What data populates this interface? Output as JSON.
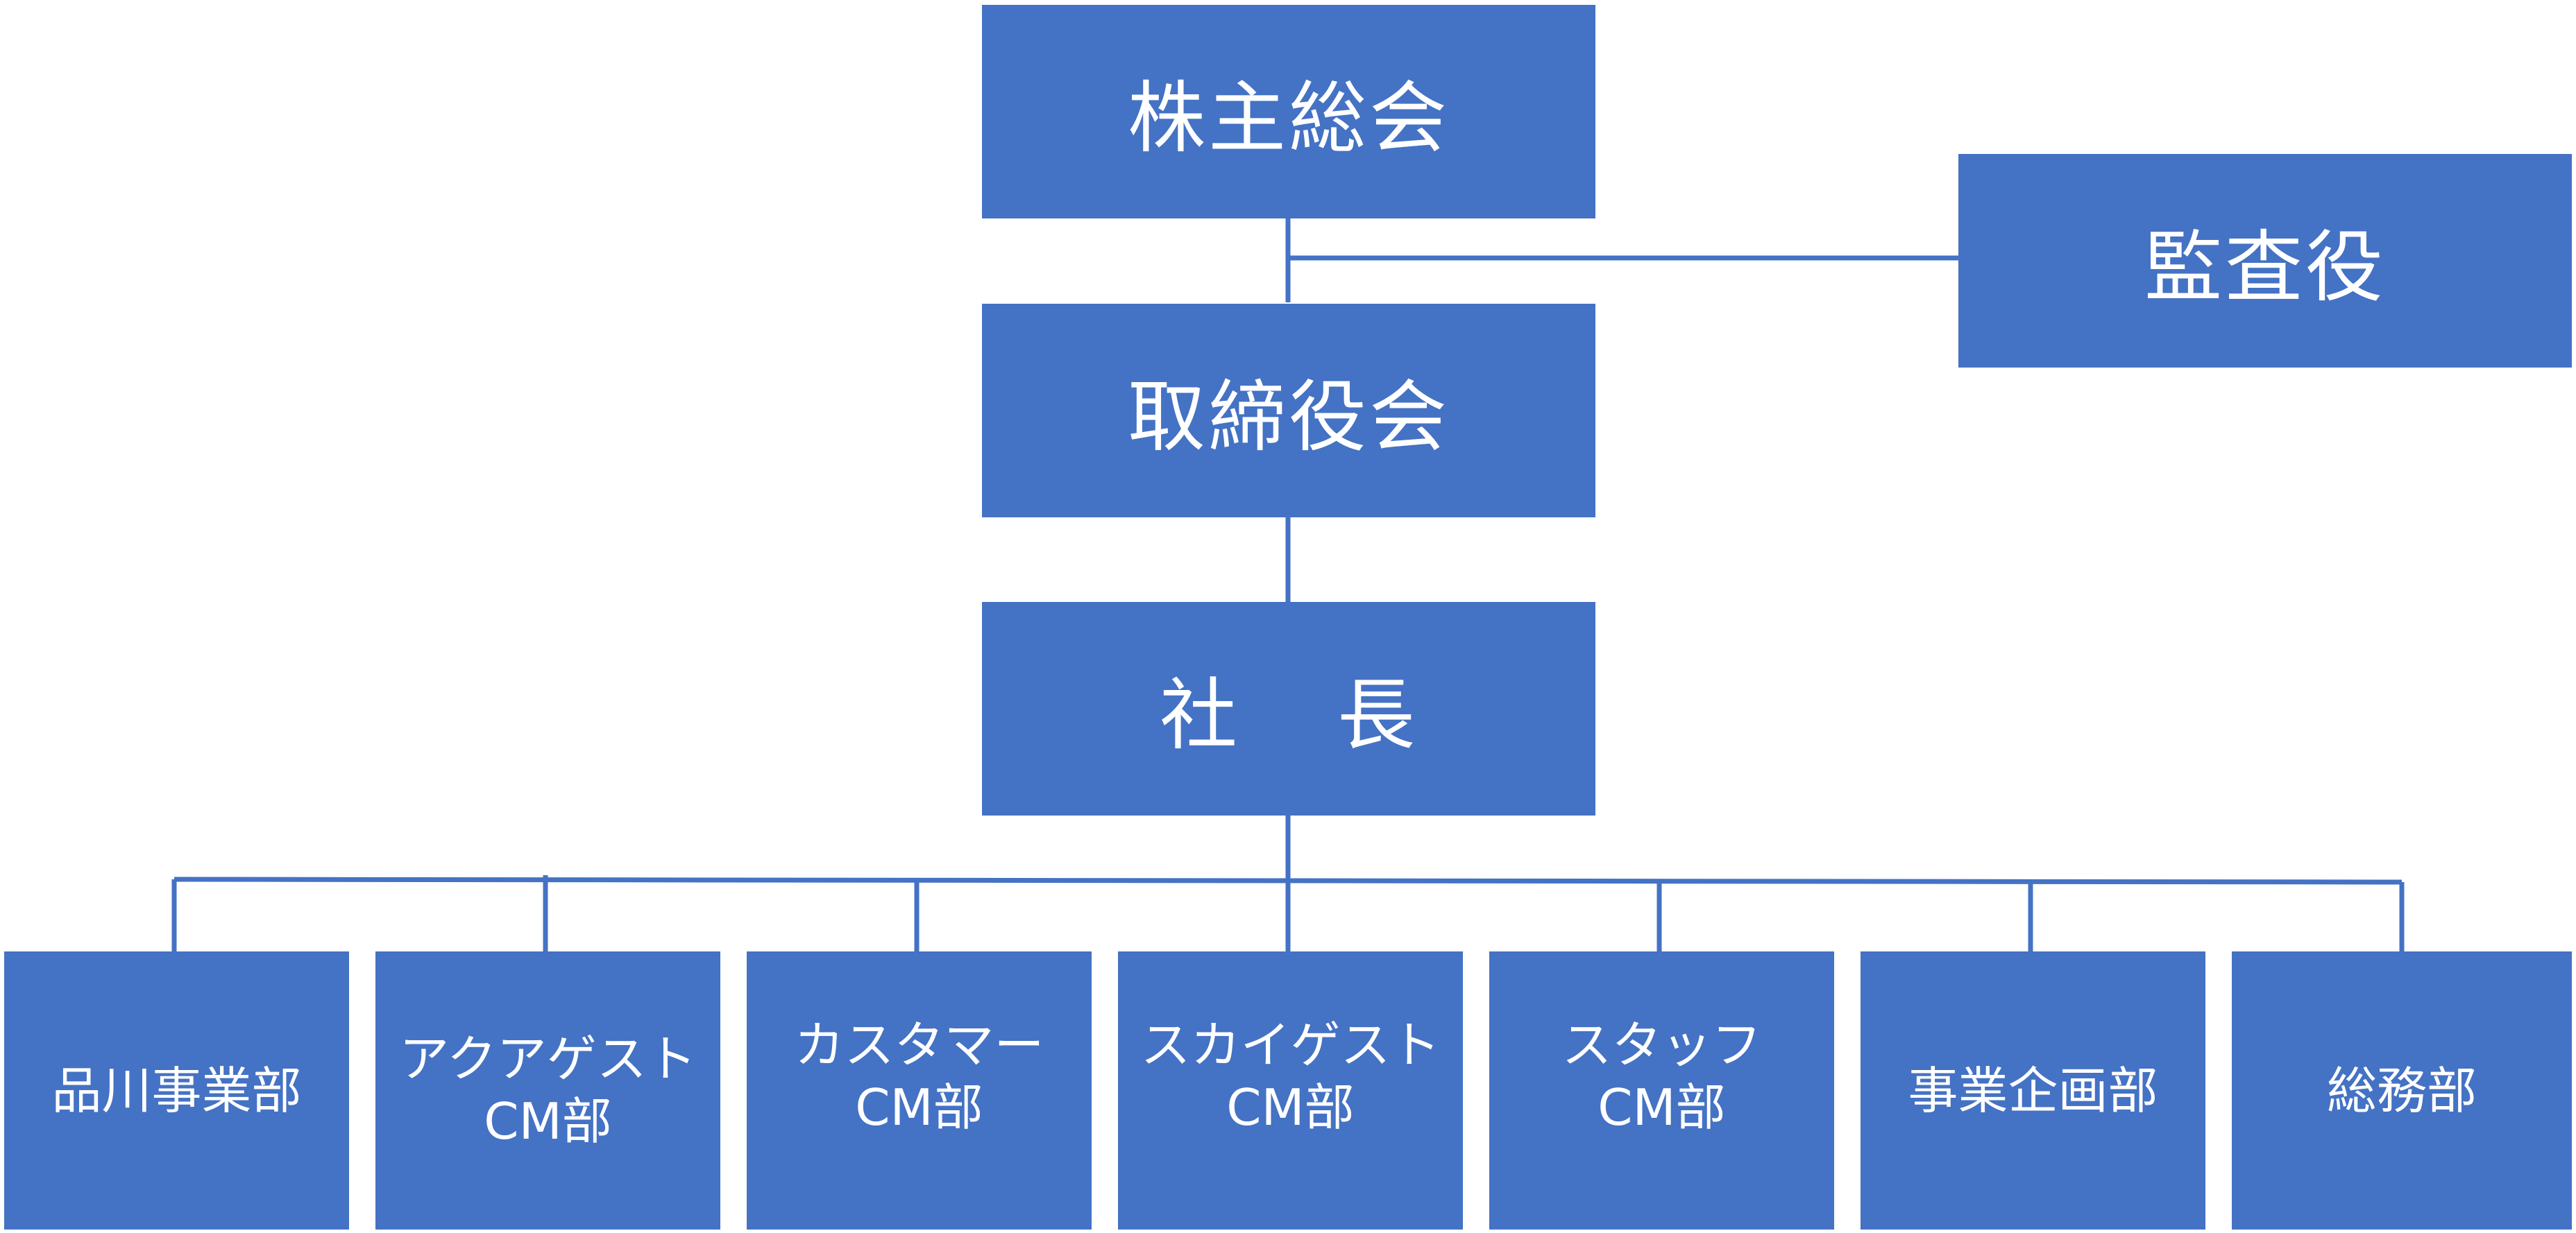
{
  "chart": {
    "shareholders_meeting": "株主総会",
    "auditor": "監査役",
    "board_of_directors": "取締役会",
    "president": {
      "char_1": "社",
      "char_2": "長"
    },
    "departments": [
      {
        "label": "品川事業部"
      },
      {
        "label": "アクアゲスト\nCM部"
      },
      {
        "label": "カスタマー\nCM部"
      },
      {
        "label": "スカイゲスト\nCM部"
      },
      {
        "label": "スタッフ\nCM部"
      },
      {
        "label": "事業企画部"
      },
      {
        "label": "総務部"
      }
    ]
  },
  "colors": {
    "box_fill": "#4472c4",
    "box_text": "#ffffff",
    "connector": "#4472c4"
  }
}
